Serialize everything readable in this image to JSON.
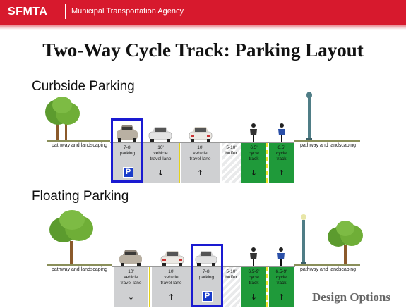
{
  "header": {
    "logo": "SFMTA",
    "agency": "Municipal Transportation Agency",
    "accent_color": "#d7192d"
  },
  "title": "Two-Way Cycle Track: Parking Layout",
  "sections": [
    {
      "heading": "Curbside Parking",
      "left_sidewalk": "pathway and landscaping",
      "right_sidewalk": "pathway and landscaping",
      "lanes": [
        {
          "width": "7-8'",
          "name": "parking",
          "symbol": "P"
        },
        {
          "width": "10'",
          "name": "vehicle travel lane",
          "symbol": "↓"
        },
        {
          "width": "10'",
          "name": "vehicle travel lane",
          "symbol": "↑"
        },
        {
          "width": "5-10'",
          "name": "buffer",
          "symbol": ""
        },
        {
          "width": "6.5'",
          "name": "cycle track",
          "symbol": "↓"
        },
        {
          "width": "6.5'",
          "name": "cycle track",
          "symbol": "↑"
        }
      ]
    },
    {
      "heading": "Floating Parking",
      "left_sidewalk": "pathway and landscaping",
      "right_sidewalk": "pathway and landscaping",
      "lanes": [
        {
          "width": "10'",
          "name": "vehicle travel lane",
          "symbol": "↓"
        },
        {
          "width": "10'",
          "name": "vehicle travel lane",
          "symbol": "↑"
        },
        {
          "width": "7-8'",
          "name": "parking",
          "symbol": "P"
        },
        {
          "width": "5-10'",
          "name": "buffer",
          "symbol": ""
        },
        {
          "width": "6.5-9'",
          "name": "cycle track",
          "symbol": "↓"
        },
        {
          "width": "6.5-9'",
          "name": "cycle track",
          "symbol": "↑"
        }
      ]
    }
  ],
  "footer": "Design Options",
  "colors": {
    "lane_gray": "#cfd0d2",
    "cycle_green": "#1f9a3a",
    "highlight_blue": "#1a1ad1",
    "center_line_yellow": "#e4d21a"
  },
  "icons": [
    "tree-icon",
    "car-icon",
    "bicycle-icon",
    "street-lamp-icon",
    "parking-sign-icon"
  ]
}
